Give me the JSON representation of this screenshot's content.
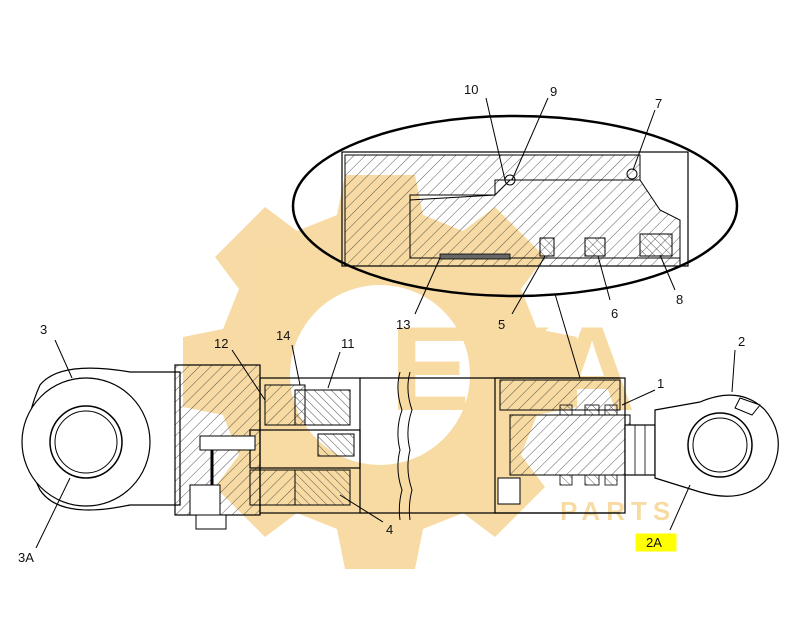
{
  "diagram": {
    "callouts": {
      "c1": "1",
      "c2": "2",
      "c2A": "2A",
      "c3": "3",
      "c3A": "3A",
      "c4": "4",
      "c5": "5",
      "c6": "6",
      "c7": "7",
      "c8": "8",
      "c9": "9",
      "c10": "10",
      "c11": "11",
      "c12": "12",
      "c13": "13",
      "c14": "14"
    },
    "highlighted_callout": "2A",
    "highlight_color": "#ffff00"
  },
  "watermark": {
    "main_text": "EKA",
    "sub_text": "PARTS",
    "color": "#f5cf85"
  }
}
